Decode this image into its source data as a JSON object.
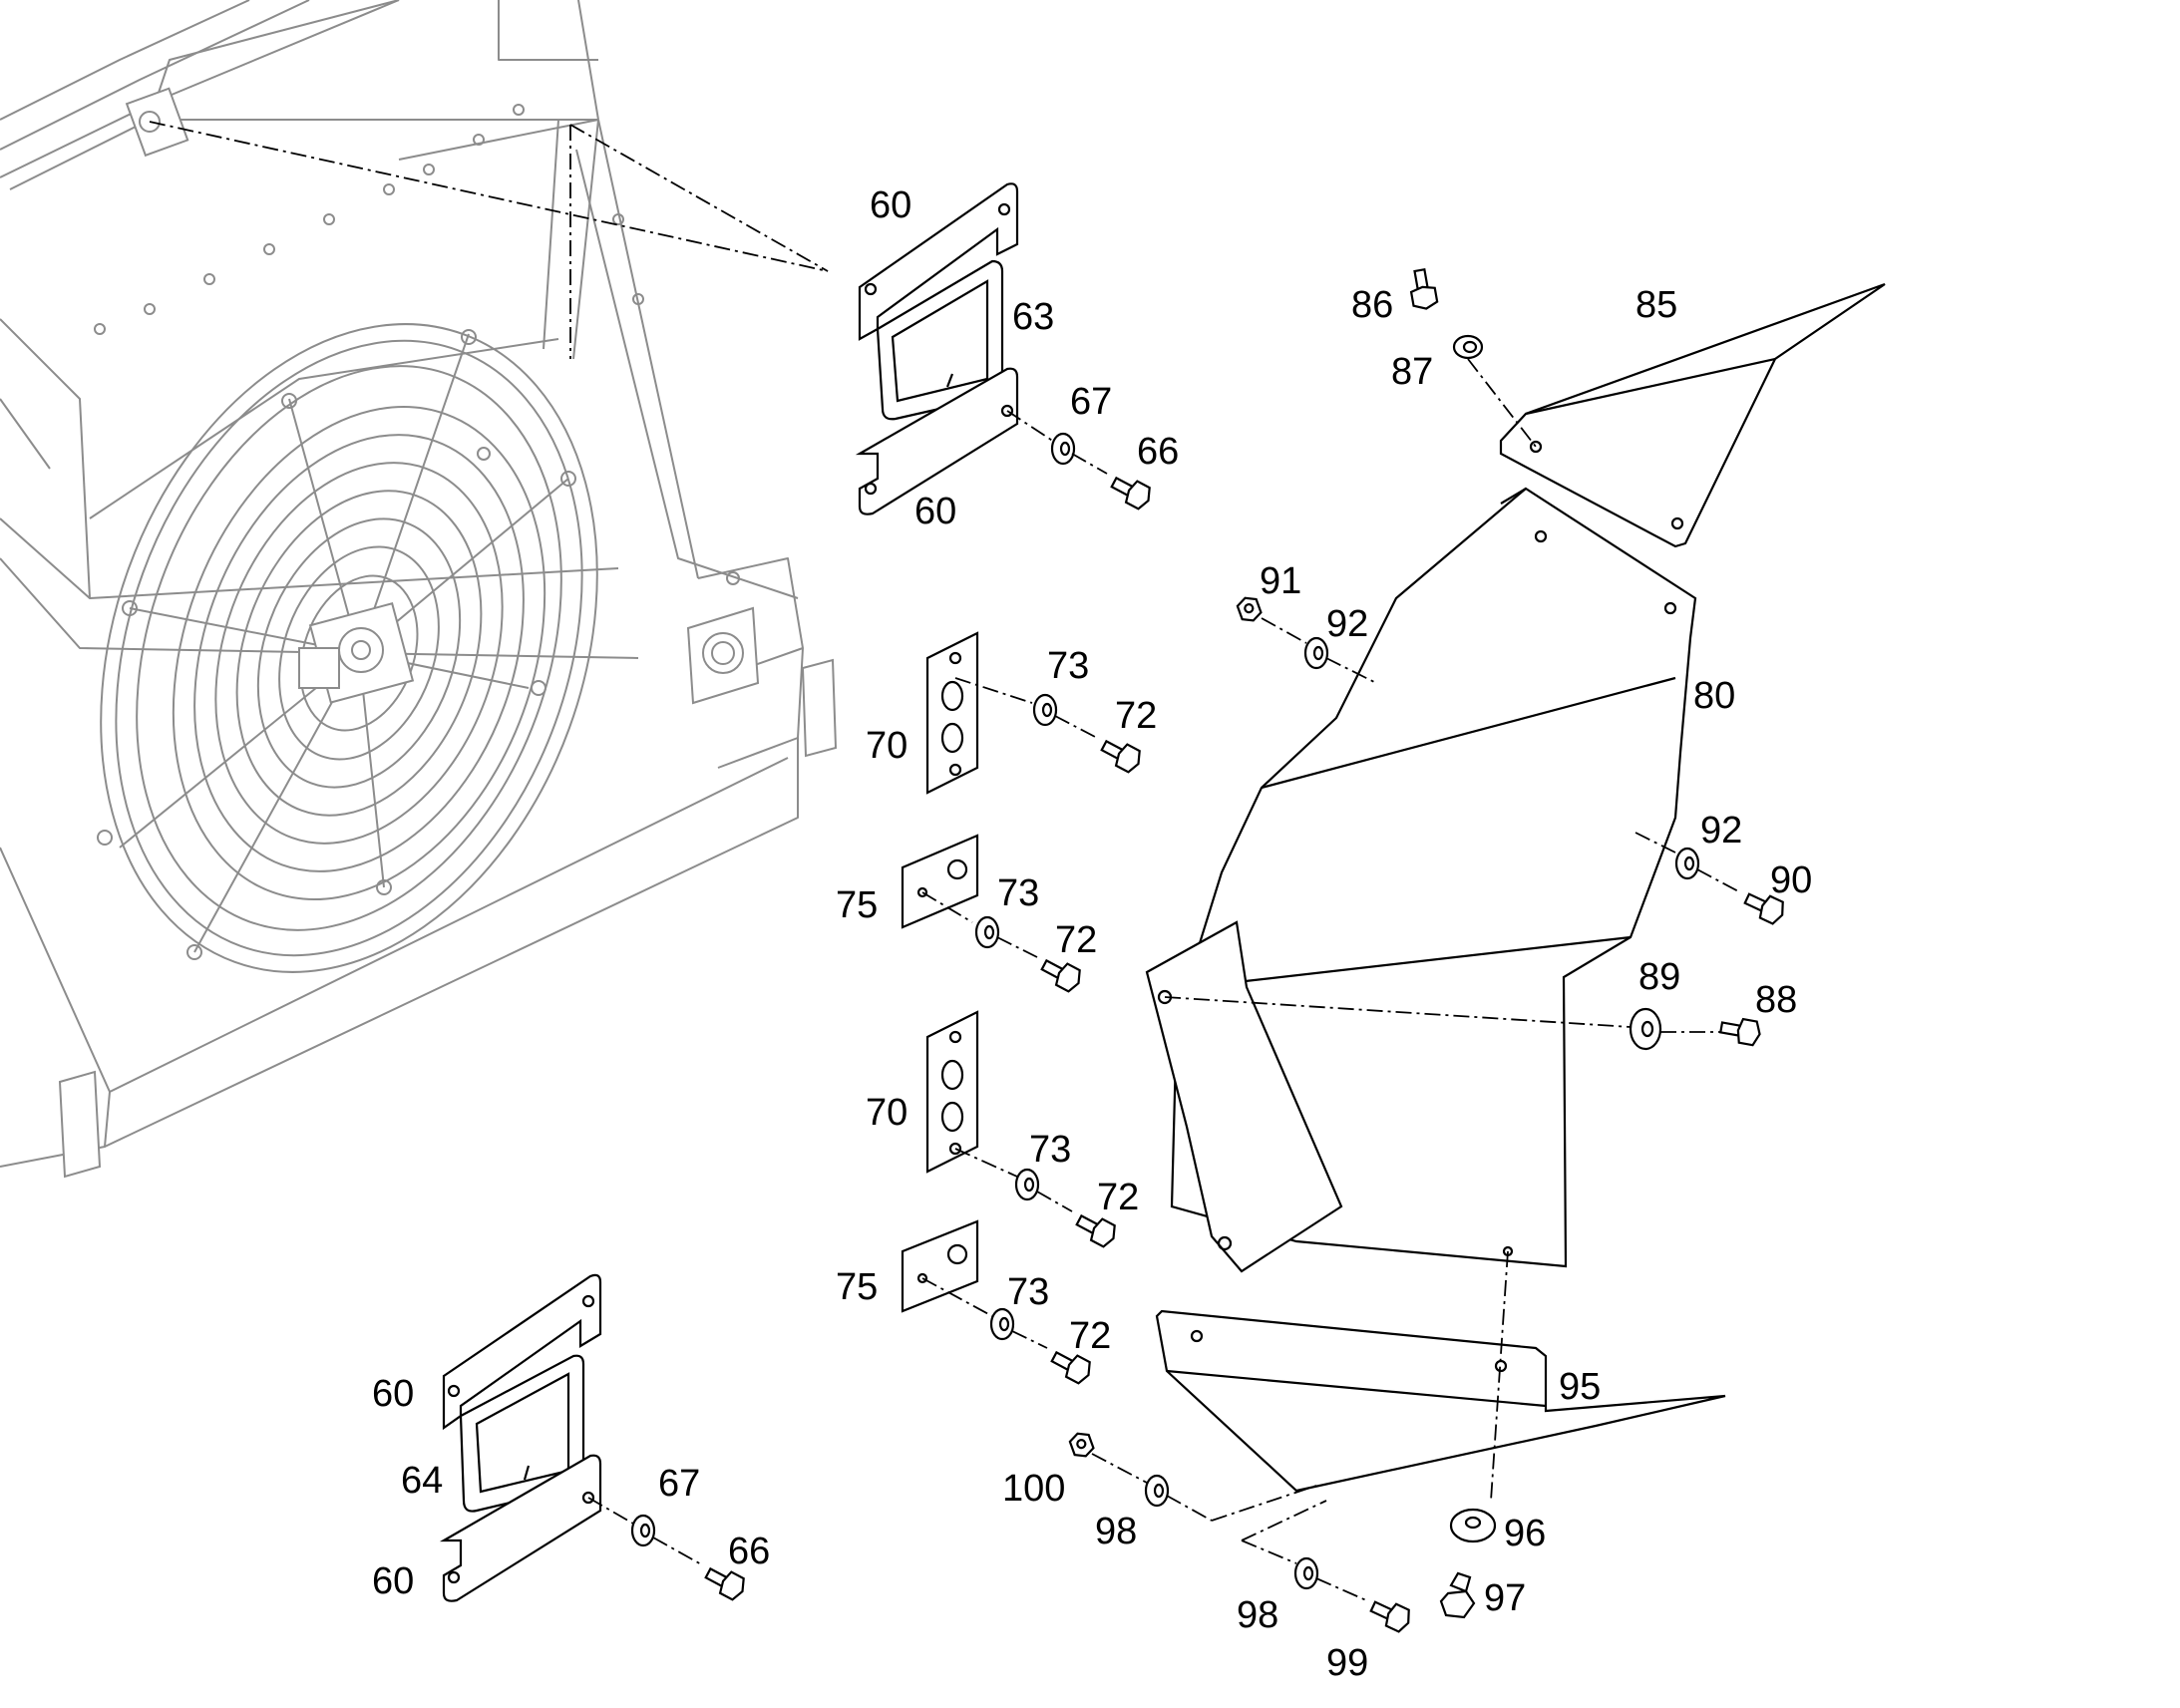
{
  "callouts": [
    {
      "id": "60-top-a",
      "text": "60"
    },
    {
      "id": "63",
      "text": "63"
    },
    {
      "id": "60-top-b",
      "text": "60"
    },
    {
      "id": "67-top",
      "text": "67"
    },
    {
      "id": "66-top",
      "text": "66"
    },
    {
      "id": "70-a",
      "text": "70"
    },
    {
      "id": "73-a",
      "text": "73"
    },
    {
      "id": "72-a",
      "text": "72"
    },
    {
      "id": "75-a",
      "text": "75"
    },
    {
      "id": "73-b",
      "text": "73"
    },
    {
      "id": "72-b",
      "text": "72"
    },
    {
      "id": "70-b",
      "text": "70"
    },
    {
      "id": "73-c",
      "text": "73"
    },
    {
      "id": "72-c",
      "text": "72"
    },
    {
      "id": "75-b",
      "text": "75"
    },
    {
      "id": "73-d",
      "text": "73"
    },
    {
      "id": "72-d",
      "text": "72"
    },
    {
      "id": "60-bot-a",
      "text": "60"
    },
    {
      "id": "64",
      "text": "64"
    },
    {
      "id": "60-bot-b",
      "text": "60"
    },
    {
      "id": "67-bot",
      "text": "67"
    },
    {
      "id": "66-bot",
      "text": "66"
    },
    {
      "id": "86",
      "text": "86"
    },
    {
      "id": "87",
      "text": "87"
    },
    {
      "id": "85",
      "text": "85"
    },
    {
      "id": "91",
      "text": "91"
    },
    {
      "id": "92-a",
      "text": "92"
    },
    {
      "id": "80",
      "text": "80"
    },
    {
      "id": "92-b",
      "text": "92"
    },
    {
      "id": "90",
      "text": "90"
    },
    {
      "id": "89",
      "text": "89"
    },
    {
      "id": "88",
      "text": "88"
    },
    {
      "id": "95",
      "text": "95"
    },
    {
      "id": "100",
      "text": "100"
    },
    {
      "id": "98-a",
      "text": "98"
    },
    {
      "id": "96",
      "text": "96"
    },
    {
      "id": "97",
      "text": "97"
    },
    {
      "id": "98-b",
      "text": "98"
    },
    {
      "id": "99",
      "text": "99"
    }
  ]
}
